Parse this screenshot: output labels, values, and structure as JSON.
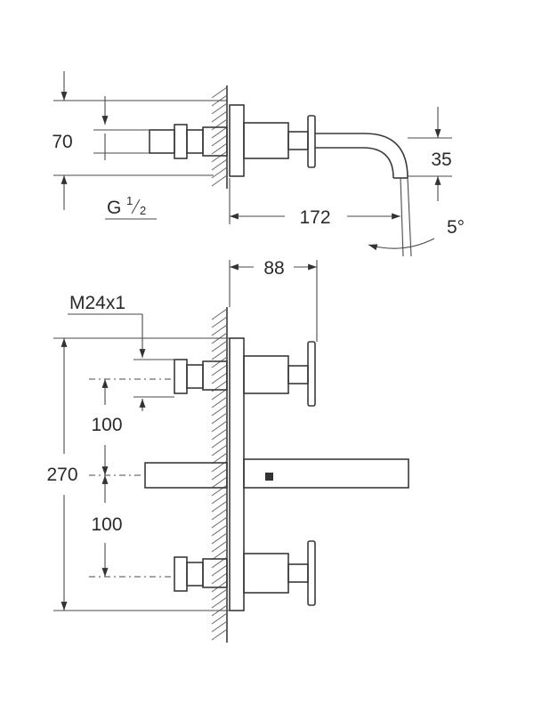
{
  "top_view": {
    "dim_height": "70",
    "dim_spout_drop": "35",
    "dim_projection": "172",
    "angle": "5°",
    "thread_prefix": "G",
    "thread_num": "1",
    "thread_den": "2"
  },
  "bottom_view": {
    "dim_depth": "88",
    "thread_label": "M24x1",
    "dim_upper_spacing": "100",
    "dim_total_height": "270",
    "dim_lower_spacing": "100"
  }
}
